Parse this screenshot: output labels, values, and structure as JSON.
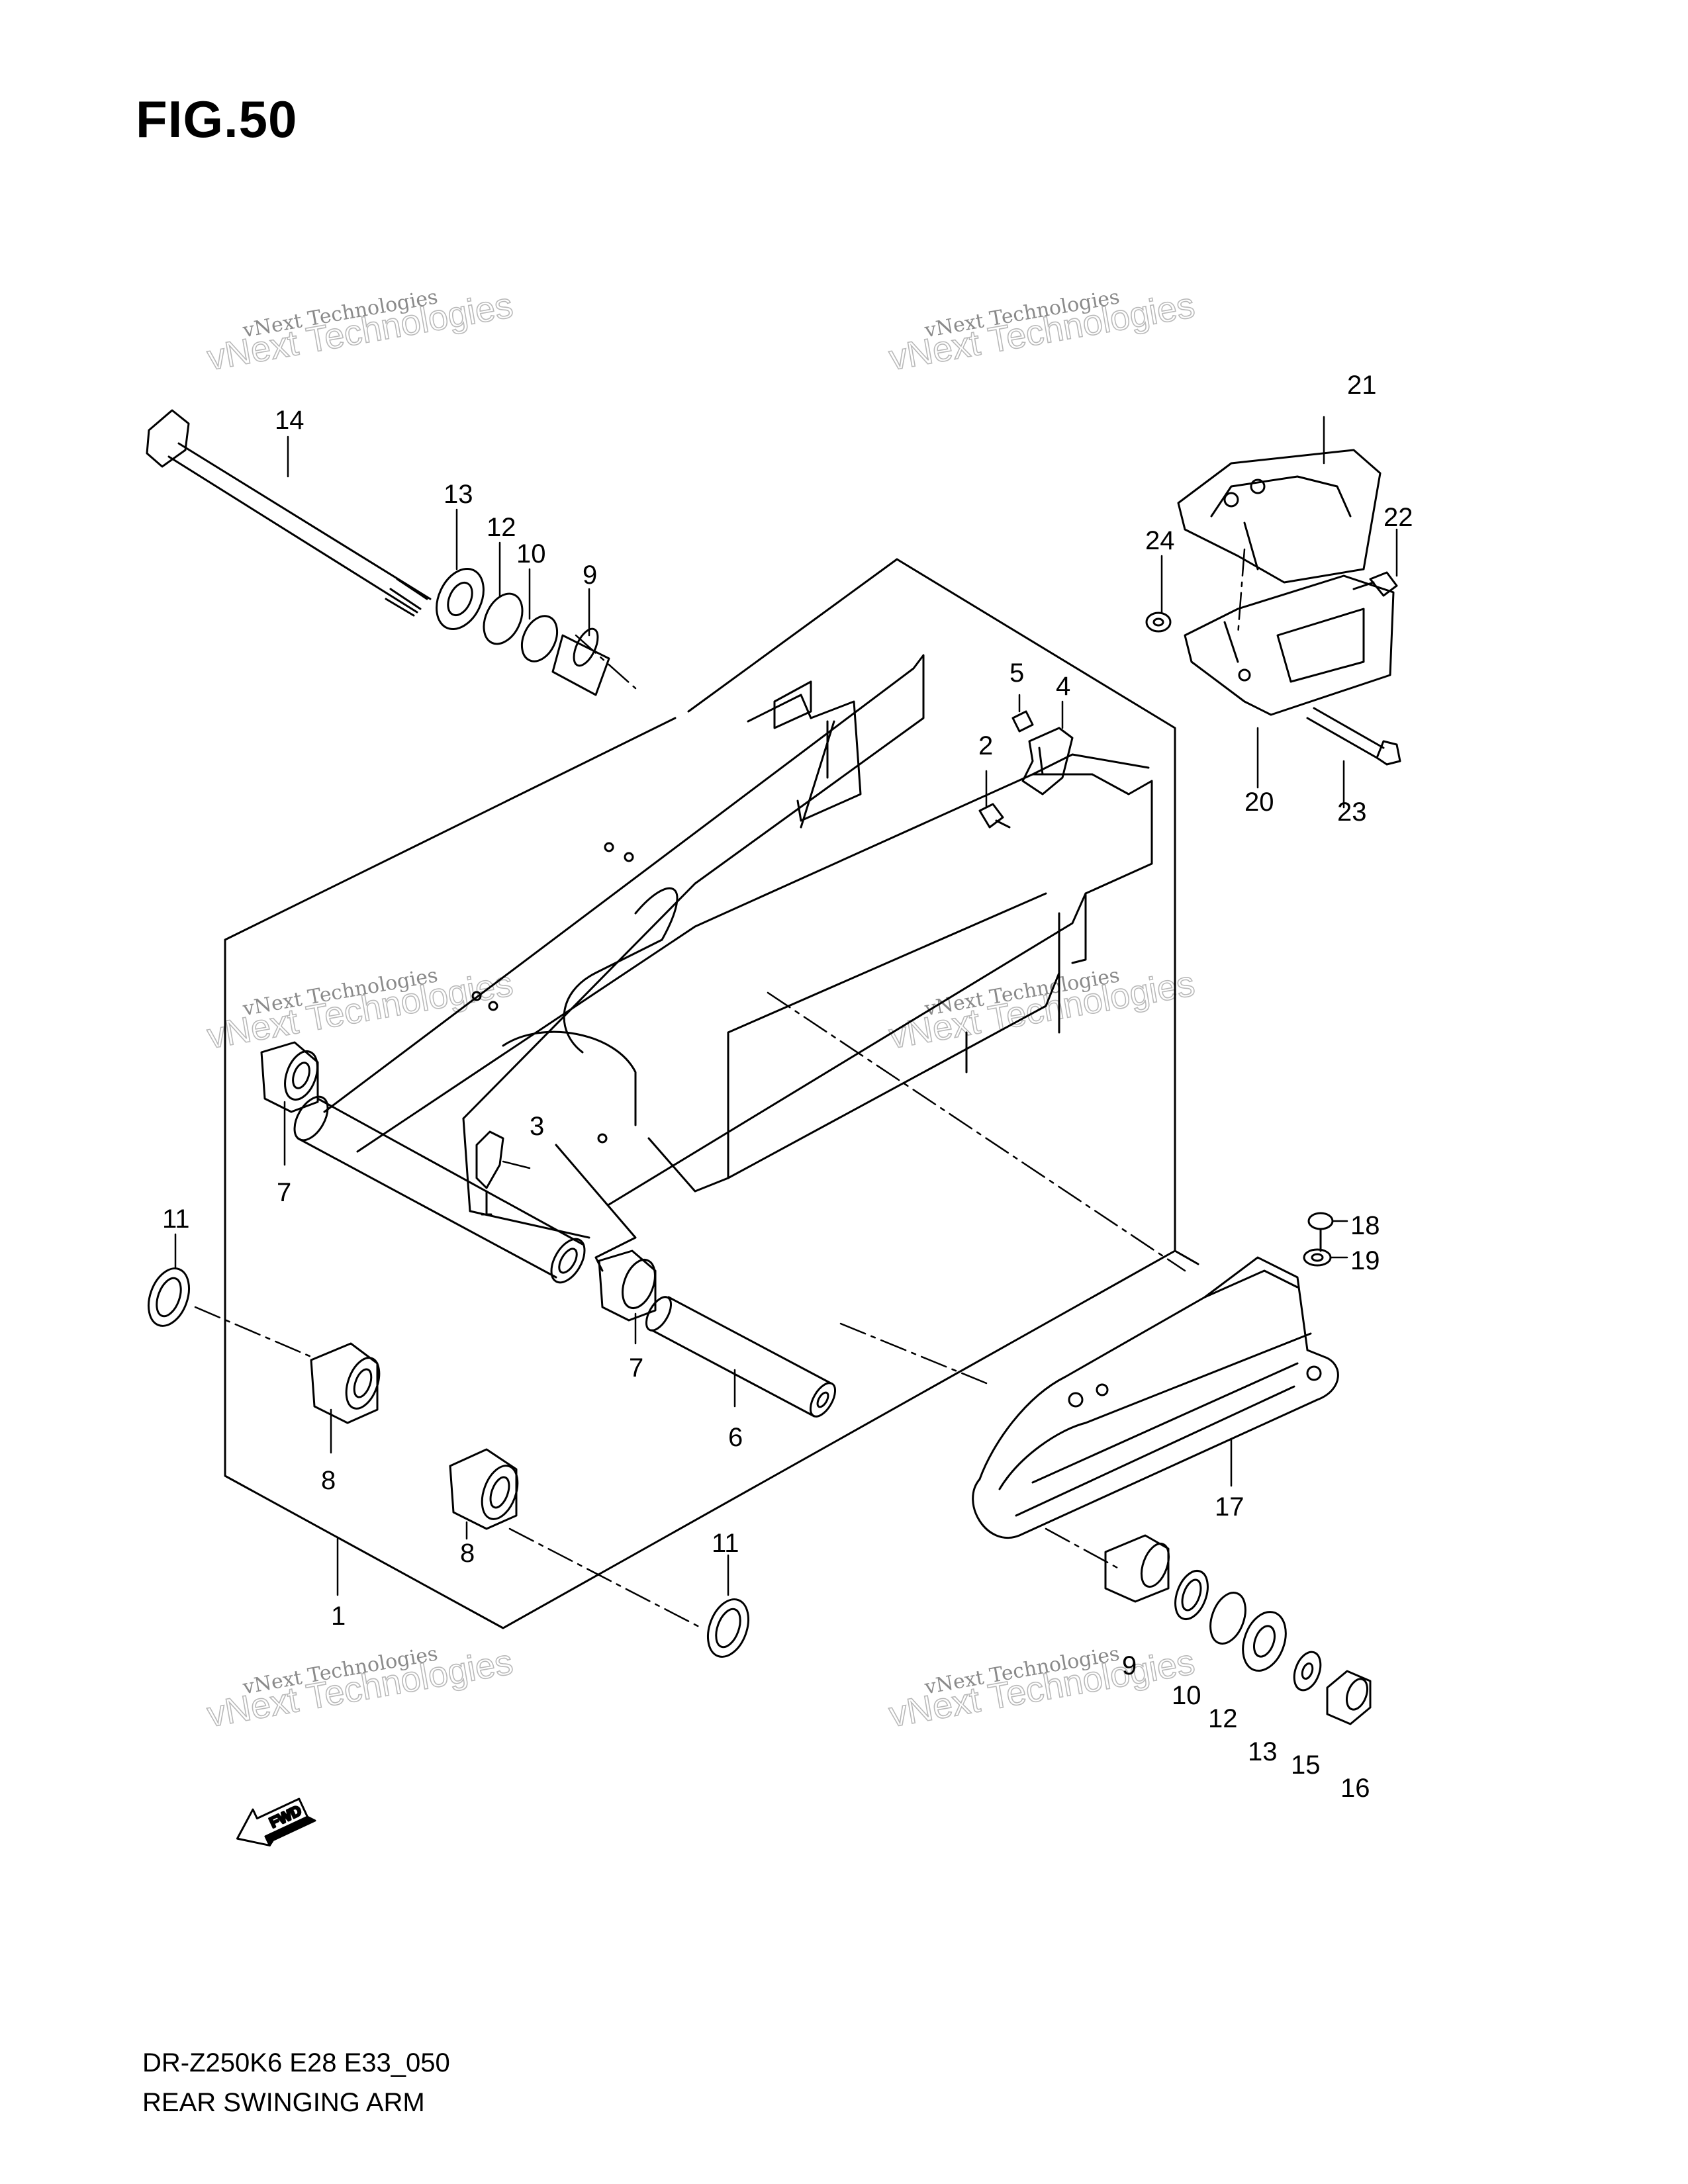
{
  "figure": {
    "title": "FIG.50"
  },
  "footer": {
    "model_code": "DR-Z250K6 E28 E33_050",
    "caption": "REAR SWINGING ARM"
  },
  "fwd_label": "FWD",
  "watermark": {
    "line1": "vNext Technologies",
    "line2": "vNext Technologies"
  },
  "callouts": [
    {
      "id": "c14",
      "text": "14"
    },
    {
      "id": "c13a",
      "text": "13"
    },
    {
      "id": "c12a",
      "text": "12"
    },
    {
      "id": "c10a",
      "text": "10"
    },
    {
      "id": "c9a",
      "text": "9"
    },
    {
      "id": "c21",
      "text": "21"
    },
    {
      "id": "c22",
      "text": "22"
    },
    {
      "id": "c24",
      "text": "24"
    },
    {
      "id": "c5",
      "text": "5"
    },
    {
      "id": "c4",
      "text": "4"
    },
    {
      "id": "c2",
      "text": "2"
    },
    {
      "id": "c20",
      "text": "20"
    },
    {
      "id": "c23",
      "text": "23"
    },
    {
      "id": "c3",
      "text": "3"
    },
    {
      "id": "c7a",
      "text": "7"
    },
    {
      "id": "c11a",
      "text": "11"
    },
    {
      "id": "c7b",
      "text": "7"
    },
    {
      "id": "c6",
      "text": "6"
    },
    {
      "id": "c8a",
      "text": "8"
    },
    {
      "id": "c8b",
      "text": "8"
    },
    {
      "id": "c1",
      "text": "1"
    },
    {
      "id": "c11b",
      "text": "11"
    },
    {
      "id": "c18",
      "text": "18"
    },
    {
      "id": "c19",
      "text": "19"
    },
    {
      "id": "c17",
      "text": "17"
    },
    {
      "id": "c9b",
      "text": "9"
    },
    {
      "id": "c10b",
      "text": "10"
    },
    {
      "id": "c12b",
      "text": "12"
    },
    {
      "id": "c13b",
      "text": "13"
    },
    {
      "id": "c15",
      "text": "15"
    },
    {
      "id": "c16",
      "text": "16"
    }
  ]
}
